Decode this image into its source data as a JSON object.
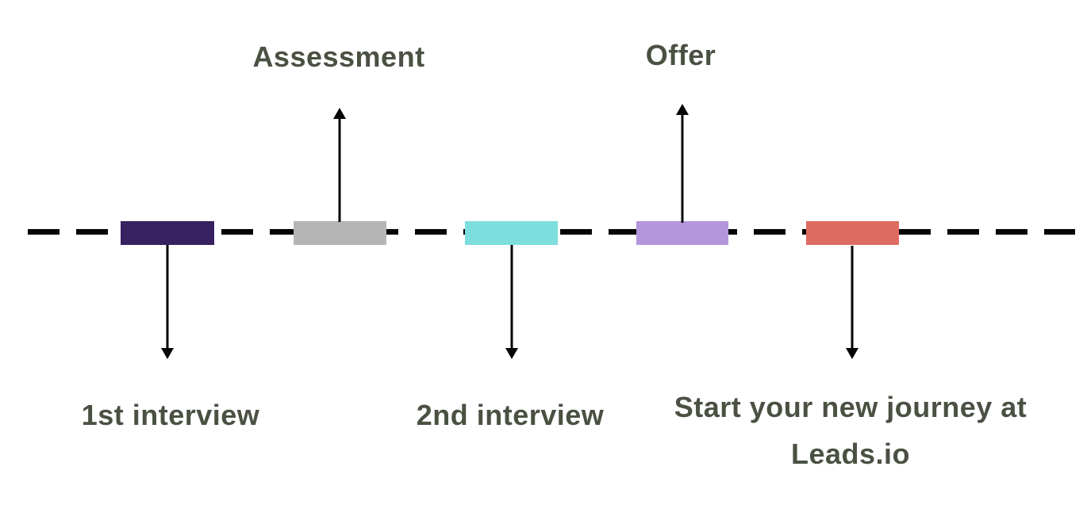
{
  "timeline": {
    "stages": [
      {
        "label": "1st interview",
        "marker_color": "#372160",
        "label_position": "below"
      },
      {
        "label": "Assessment",
        "marker_color": "#B5B5B5",
        "label_position": "above"
      },
      {
        "label": "2nd interview",
        "marker_color": "#7EDDDD",
        "label_position": "below"
      },
      {
        "label": "Offer",
        "marker_color": "#B396DC",
        "label_position": "above"
      },
      {
        "label": "Start your new journey at Leads.io",
        "marker_color": "#E06B61",
        "label_position": "below"
      }
    ],
    "line_color": "#050505",
    "arrow_color": "#050505",
    "label_color": "#4A5142",
    "background_color": "#FFFFFF"
  }
}
